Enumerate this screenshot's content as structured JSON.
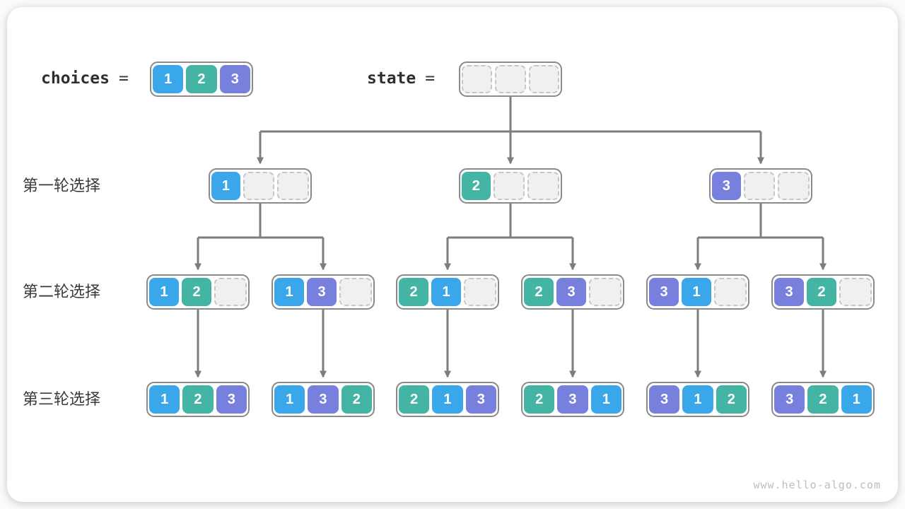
{
  "page": {
    "watermark": "www.hello-algo.com"
  },
  "colors": {
    "1": "#3ba7eb",
    "2": "#44b5a5",
    "3": "#7780dc",
    "arrow": "#7d7d7d",
    "label_text": "#3a3a3a",
    "empty_fill": "#f0f0f0",
    "empty_border": "#c6c6c6",
    "node_border": "#8a8a8a"
  },
  "header": {
    "choices_label": "choices",
    "equals": "=",
    "choices_values": [
      1,
      2,
      3
    ],
    "state_label": "state",
    "state_cells": [
      null,
      null,
      null
    ]
  },
  "rows": [
    {
      "label": "第一轮选择",
      "nodes": [
        [
          1,
          null,
          null
        ],
        [
          2,
          null,
          null
        ],
        [
          3,
          null,
          null
        ]
      ]
    },
    {
      "label": "第二轮选择",
      "nodes": [
        [
          1,
          2,
          null
        ],
        [
          1,
          3,
          null
        ],
        [
          2,
          1,
          null
        ],
        [
          2,
          3,
          null
        ],
        [
          3,
          1,
          null
        ],
        [
          3,
          2,
          null
        ]
      ]
    },
    {
      "label": "第三轮选择",
      "nodes": [
        [
          1,
          2,
          3
        ],
        [
          1,
          3,
          2
        ],
        [
          2,
          1,
          3
        ],
        [
          2,
          3,
          1
        ],
        [
          3,
          1,
          2
        ],
        [
          3,
          2,
          1
        ]
      ]
    }
  ],
  "tree": {
    "root": "state",
    "edges": "state->row1[0..2]; row1[i]->row2[2i,2i+1]; row2[j]->row3[j]"
  }
}
